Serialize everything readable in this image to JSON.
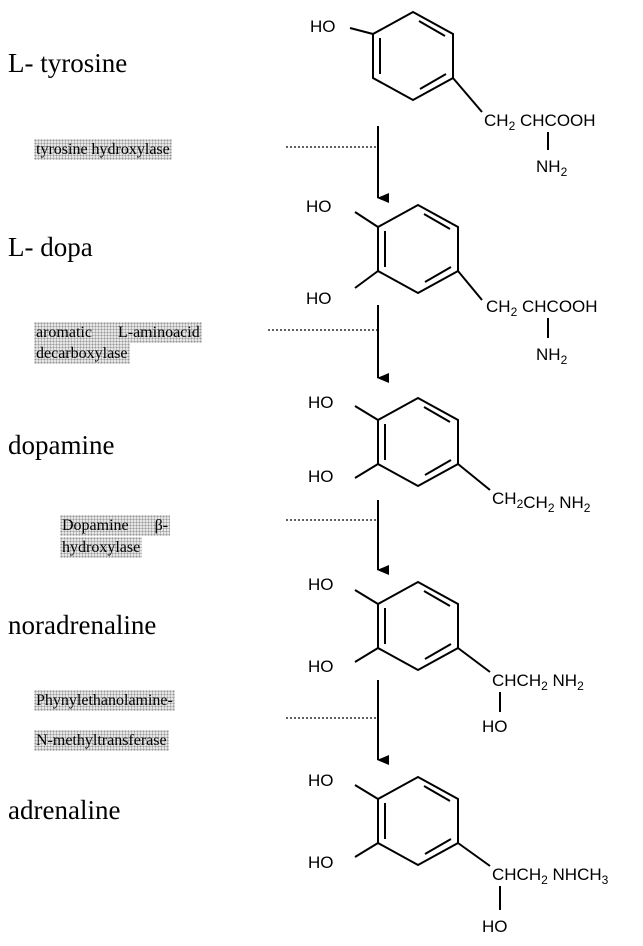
{
  "compounds": [
    {
      "name": "L- tyrosine"
    },
    {
      "name": "L- dopa"
    },
    {
      "name": "dopamine"
    },
    {
      "name": "noradrenaline"
    },
    {
      "name": "adrenaline"
    }
  ],
  "enzymes": [
    {
      "lines": [
        "tyrosine hydroxylase"
      ]
    },
    {
      "lines": [
        "aromatic",
        "L-aminoacid",
        "decarboxylase"
      ]
    },
    {
      "lines": [
        "Dopamine",
        "β-",
        "hydroxylase"
      ]
    },
    {
      "lines": [
        "Phynylethanolamine-",
        "N-methyltransferase"
      ]
    }
  ],
  "structures": {
    "tyrosine": {
      "ho": "HO",
      "ch2": "CH",
      "ch2_sub": "2",
      "chain": "CHCOOH",
      "nh": "NH",
      "nh_sub": "2"
    },
    "dopa": {
      "ho1": "HO",
      "ho2": "HO",
      "ch2": "CH",
      "ch2_sub": "2",
      "chain": "CHCOOH",
      "nh": "NH",
      "nh_sub": "2"
    },
    "dopamine": {
      "ho1": "HO",
      "ho2": "HO",
      "c1": "CH",
      "c1_sub": "2",
      "c2": "CH",
      "c2_sub": "2",
      "nh": "NH",
      "nh_sub": "2"
    },
    "noradrenaline": {
      "ho1": "HO",
      "ho2": "HO",
      "chain": "CHCH",
      "chain_sub": "2",
      "nh": "NH",
      "nh_sub": "2",
      "oh": "HO"
    },
    "adrenaline": {
      "ho1": "HO",
      "ho2": "HO",
      "chain": "CHCH",
      "chain_sub": "2",
      "tail": "NHCH",
      "tail_sub": "3",
      "oh": "HO"
    }
  }
}
